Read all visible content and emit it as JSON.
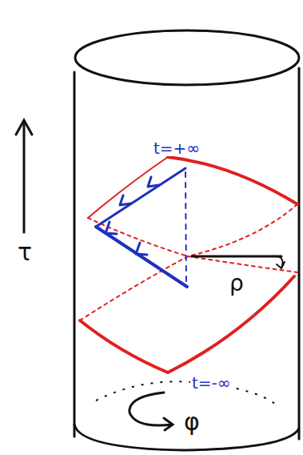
{
  "diagram": {
    "labels": [
      "τ",
      "t=+∞",
      "ρ",
      "t=-∞",
      "φ"
    ]
  }
}
